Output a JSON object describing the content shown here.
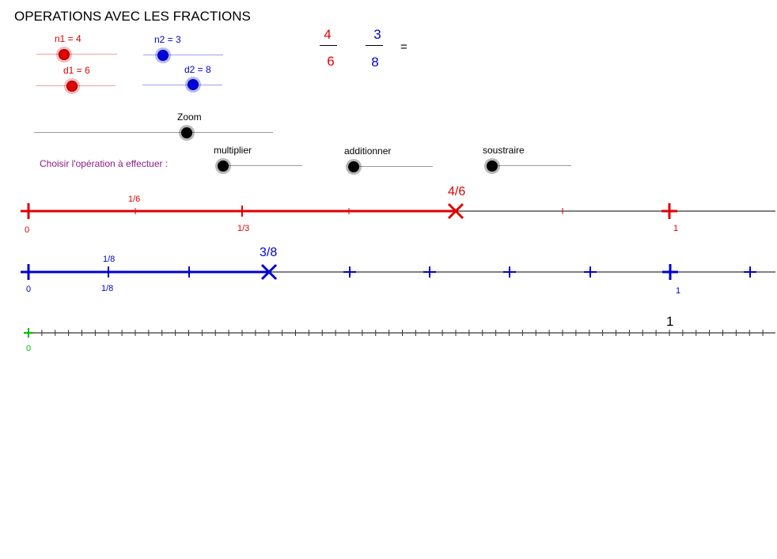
{
  "title": "OPERATIONS AVEC LES FRACTIONS",
  "sliders": {
    "n1": {
      "label": "n1 = 4",
      "value": 4
    },
    "d1": {
      "label": "d1 = 6",
      "value": 6
    },
    "n2": {
      "label": "n2 = 3",
      "value": 3
    },
    "d2": {
      "label": "d2 = 8",
      "value": 8
    },
    "zoom": {
      "label": "Zoom"
    }
  },
  "fraction1": {
    "numerator": "4",
    "denominator": "6"
  },
  "fraction2": {
    "numerator": "3",
    "denominator": "8"
  },
  "equals": "=",
  "operation": {
    "prompt": "Choisir l'opération à effectuer :",
    "multiply": "multiplier",
    "add": "additionner",
    "subtract": "soustraire"
  },
  "line1": {
    "zero": "0",
    "one": "1",
    "unit_label_upper": "1/6",
    "unit_label_lower": "1/3",
    "point_label": "4/6",
    "color": "#e00000"
  },
  "line2": {
    "zero": "0",
    "one": "1",
    "unit_label_upper": "1/8",
    "unit_label_lower": "1/8",
    "point_label": "3/8",
    "color": "#0000d0"
  },
  "line3": {
    "zero": "0",
    "one": "1",
    "color": "#00bb00"
  },
  "colors": {
    "red": "#e00000",
    "blue": "#0000d0",
    "green": "#00bb00",
    "purple": "#8a1a8a"
  }
}
